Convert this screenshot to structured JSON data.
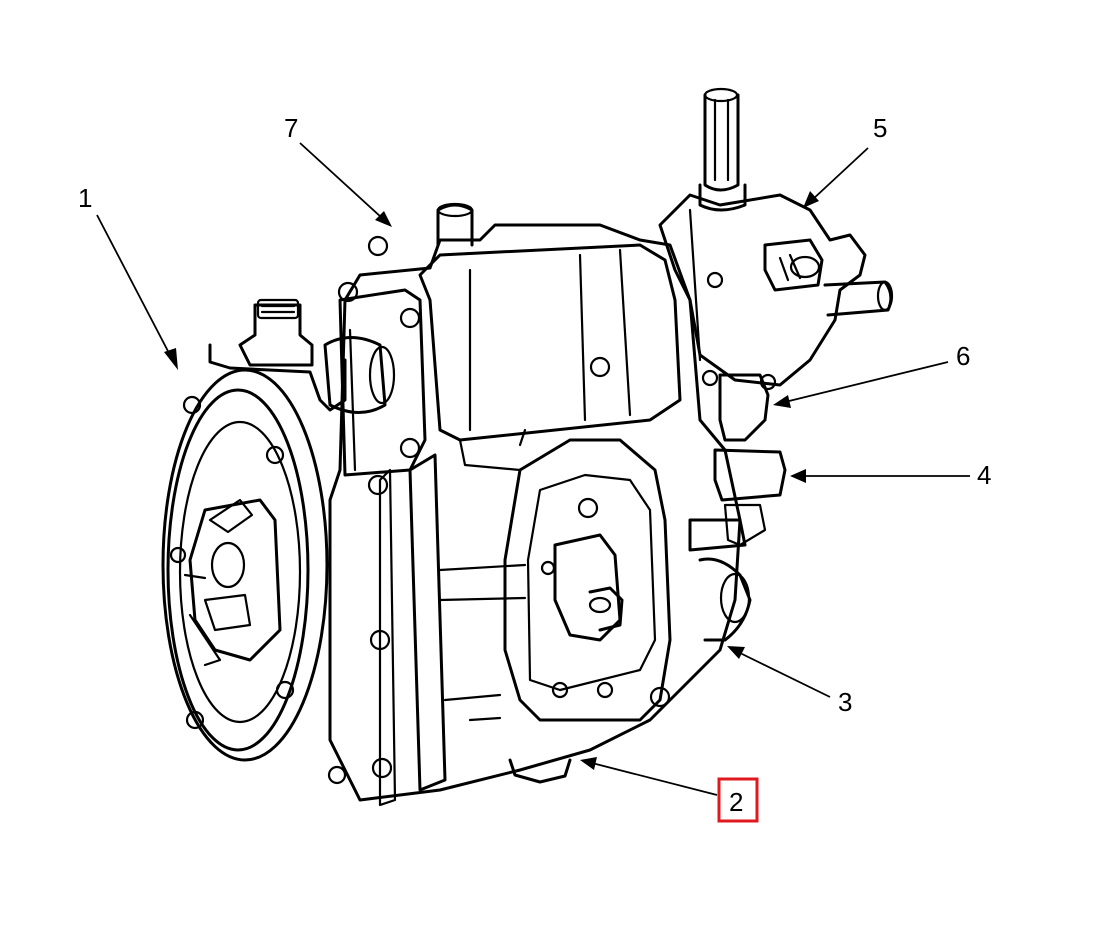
{
  "callouts": [
    {
      "id": "1",
      "label": "1"
    },
    {
      "id": "2",
      "label": "2",
      "highlighted": true
    },
    {
      "id": "3",
      "label": "3"
    },
    {
      "id": "4",
      "label": "4"
    },
    {
      "id": "5",
      "label": "5"
    },
    {
      "id": "6",
      "label": "6"
    },
    {
      "id": "7",
      "label": "7"
    }
  ],
  "colors": {
    "line": "#000000",
    "highlight": "#e0191f",
    "background": "#ffffff"
  }
}
